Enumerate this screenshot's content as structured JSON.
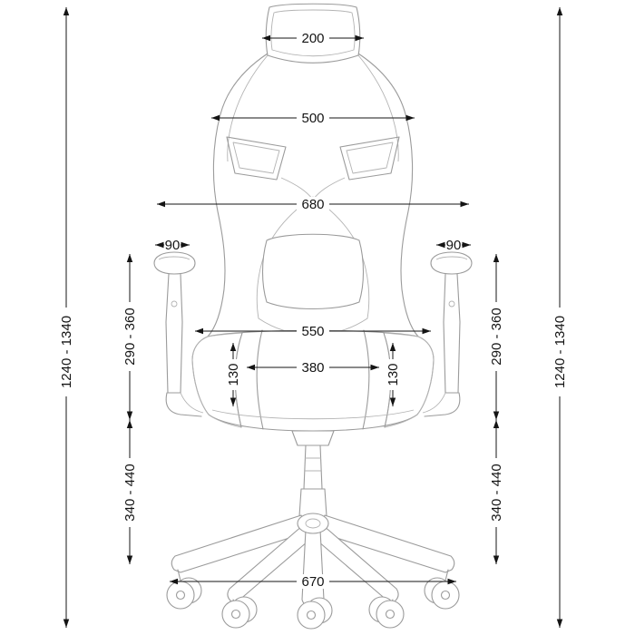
{
  "diagram": {
    "name": "office-gaming-chair-dimension-drawing",
    "view": "front",
    "units_note": "",
    "colors": {
      "dimension_line": "#141414",
      "drawing_line": "#9b9b9b",
      "background": "#ffffff"
    },
    "dims": {
      "headrest_width": "200",
      "backrest_width": "500",
      "overall_width": "680",
      "armrest_depth_left": "90",
      "armrest_depth_right": "90",
      "seat_width": "550",
      "seat_inner_width": "380",
      "seat_pad_height_left": "130",
      "seat_pad_height_right": "130",
      "armrest_height_left": "290 - 360",
      "armrest_height_right": "290 - 360",
      "seat_height_left": "340 - 440",
      "seat_height_right": "340 - 440",
      "base_width": "670",
      "overall_height_left": "1240 - 1340",
      "overall_height_right": "1240 - 1340"
    }
  }
}
